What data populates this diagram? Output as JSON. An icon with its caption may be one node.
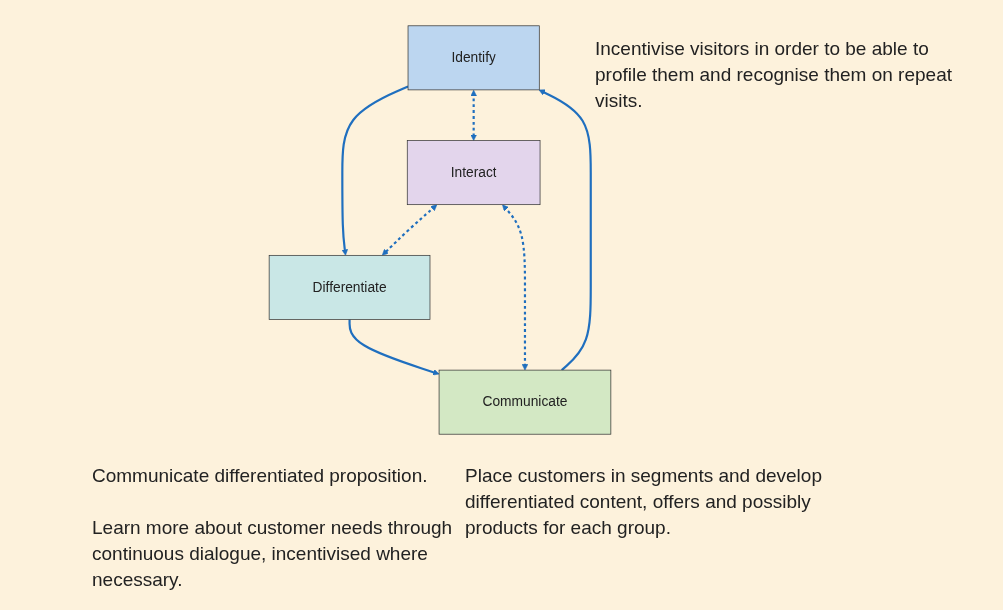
{
  "diagram": {
    "nodes": [
      {
        "text": [
          "Identify"
        ]
      },
      {
        "text": [
          "Interact"
        ]
      },
      {
        "text": [
          "Communicate"
        ]
      },
      {
        "text": [
          "Differentiate"
        ]
      }
    ],
    "edges": [
      {
        "from": 2,
        "to": 0,
        "arrow": "to"
      },
      {
        "from": 0,
        "to": 3,
        "arrow": "to"
      },
      {
        "from": 3,
        "to": 2,
        "arrow": "to"
      },
      {
        "from": 0,
        "to": 1,
        "arrow": "both",
        "style": "dashed"
      },
      {
        "from": 1,
        "to": 2,
        "arrow": "both",
        "style": "dashed"
      },
      {
        "from": 1,
        "to": 3,
        "arrow": "both",
        "style": "dashed"
      }
    ],
    "labels": [
      "Incentivise visitors in order to be able to profile them and recognise them on repeat visits.",
      "Communicate differentiated proposition.",
      "Learn more about customer needs through continuous dialogue, incentivised where necessary.",
      "Place customers in segments and develop differentiated content, offers and possibly products for each group."
    ]
  }
}
